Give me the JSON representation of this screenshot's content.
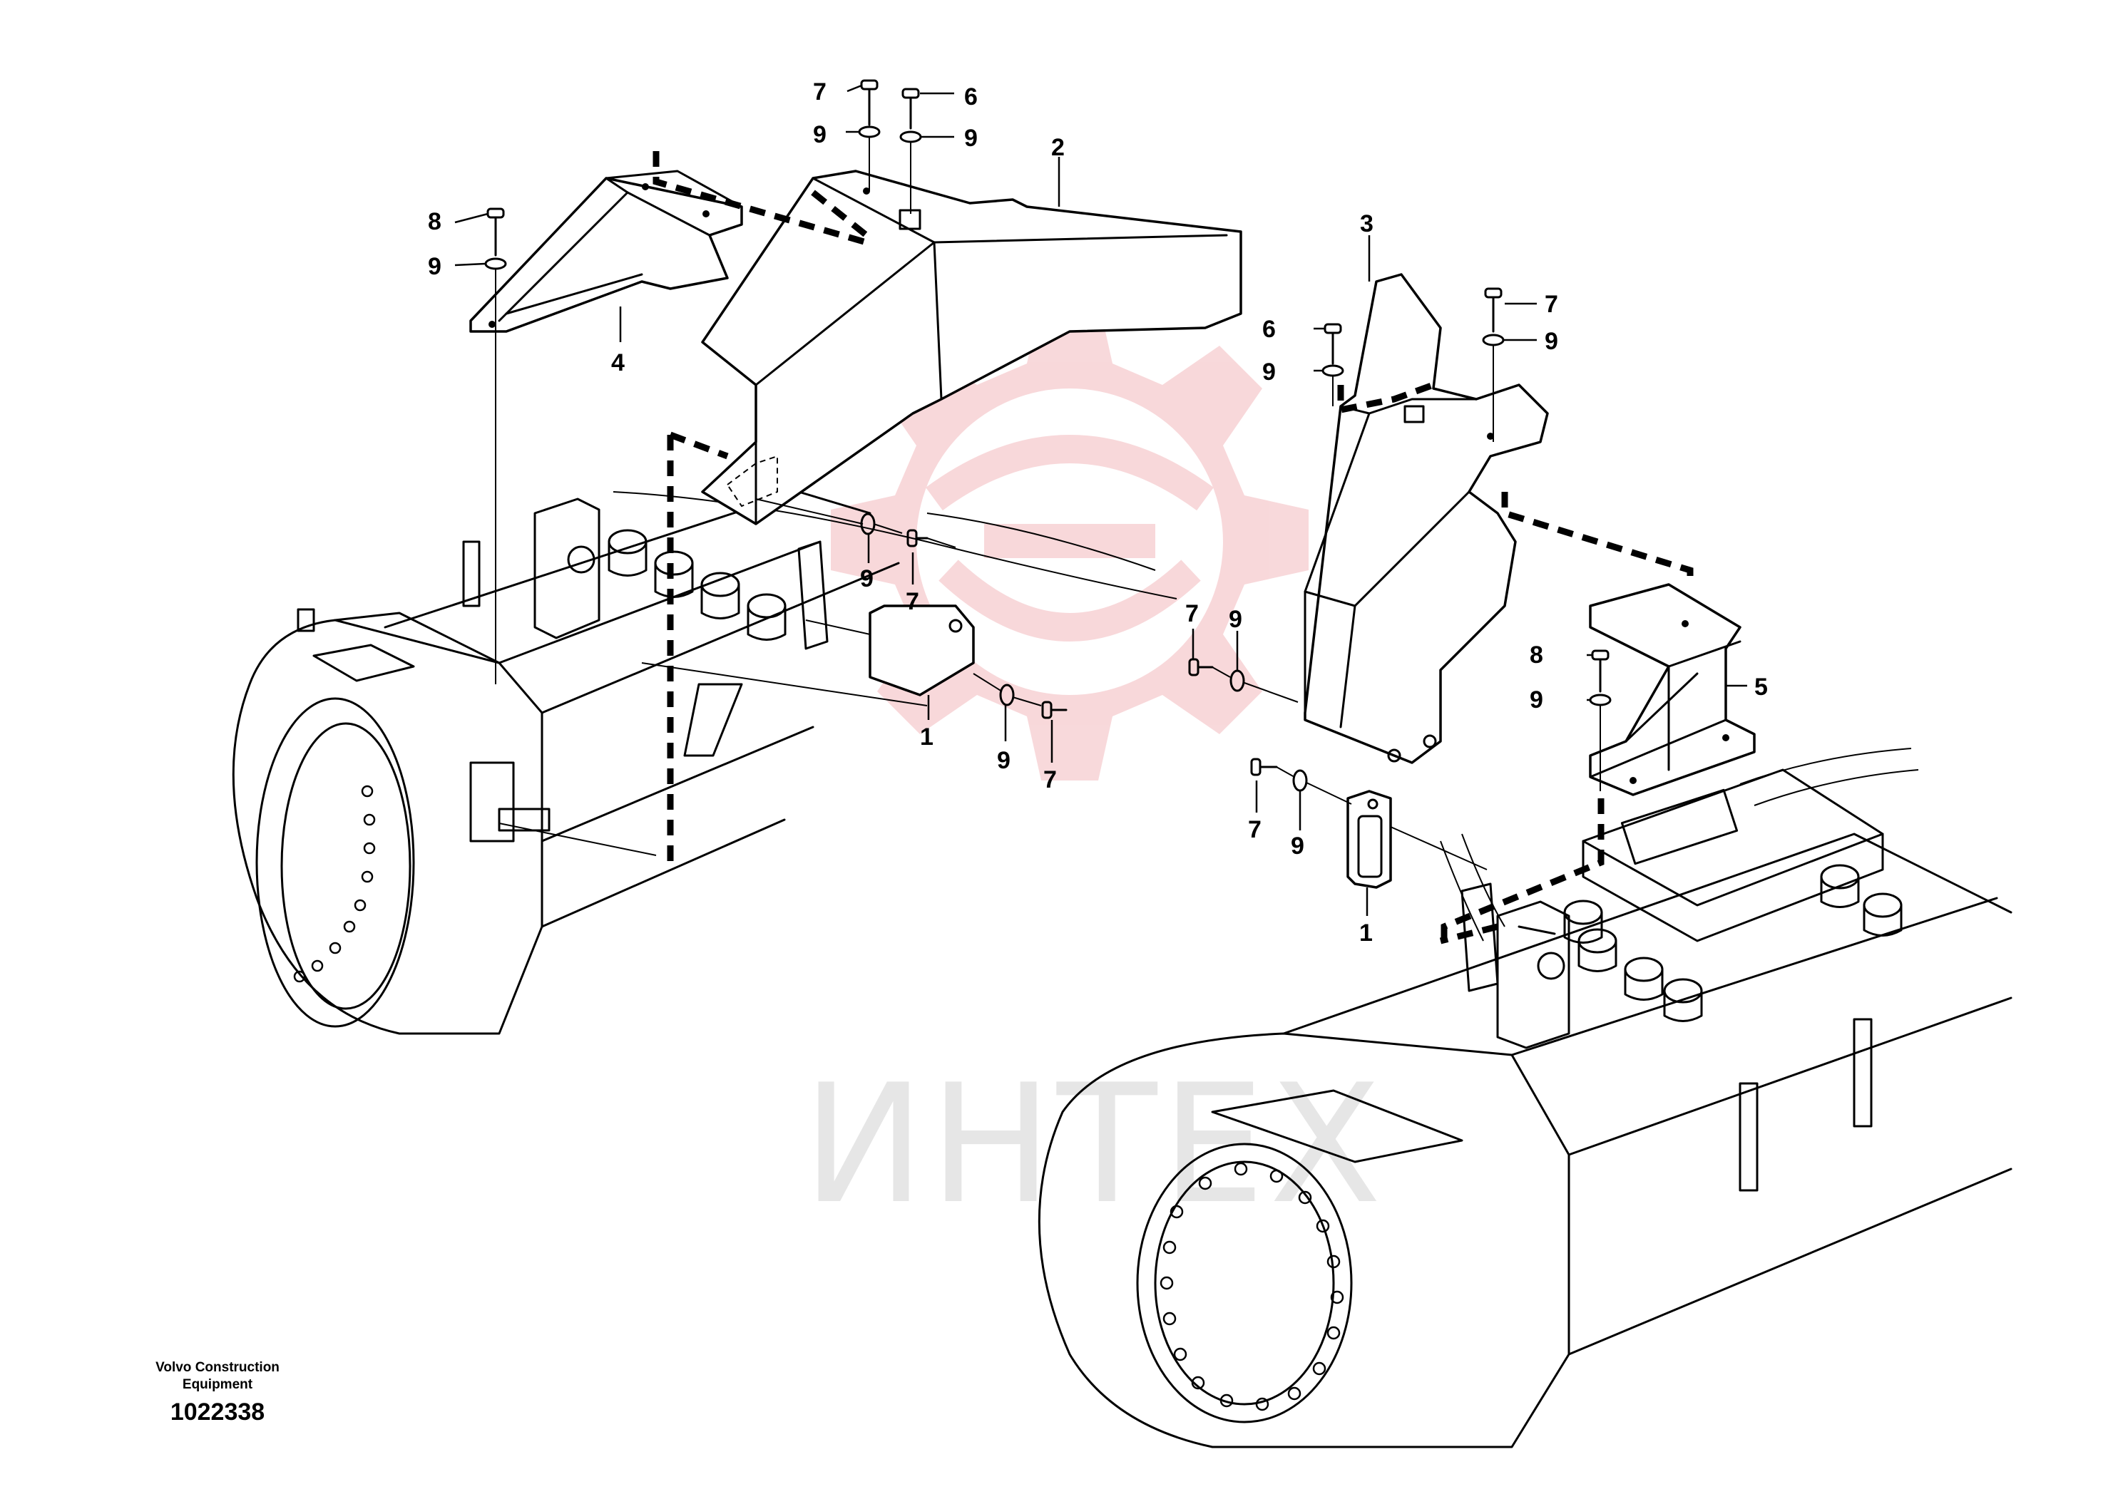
{
  "credit": {
    "line1": "Volvo Construction",
    "line2": "Equipment",
    "drawing_number": "1022338"
  },
  "watermark": {
    "text": "ИНТЕХ",
    "color": "#f3b9bd"
  },
  "callouts": [
    {
      "id": "c-7a",
      "label": "7"
    },
    {
      "id": "c-6a",
      "label": "6"
    },
    {
      "id": "c-9a",
      "label": "9"
    },
    {
      "id": "c-9b",
      "label": "9"
    },
    {
      "id": "c-2",
      "label": "2"
    },
    {
      "id": "c-8a",
      "label": "8"
    },
    {
      "id": "c-9c",
      "label": "9"
    },
    {
      "id": "c-4",
      "label": "4"
    },
    {
      "id": "c-3",
      "label": "3"
    },
    {
      "id": "c-7b",
      "label": "7"
    },
    {
      "id": "c-9d",
      "label": "9"
    },
    {
      "id": "c-6b",
      "label": "6"
    },
    {
      "id": "c-9e",
      "label": "9"
    },
    {
      "id": "c-9f",
      "label": "9"
    },
    {
      "id": "c-7c",
      "label": "7"
    },
    {
      "id": "c-7d",
      "label": "7"
    },
    {
      "id": "c-9g",
      "label": "9"
    },
    {
      "id": "c-1a",
      "label": "1"
    },
    {
      "id": "c-9h",
      "label": "9"
    },
    {
      "id": "c-7e",
      "label": "7"
    },
    {
      "id": "c-8b",
      "label": "8"
    },
    {
      "id": "c-9i",
      "label": "9"
    },
    {
      "id": "c-5",
      "label": "5"
    },
    {
      "id": "c-7f",
      "label": "7"
    },
    {
      "id": "c-9j",
      "label": "9"
    },
    {
      "id": "c-1b",
      "label": "1"
    }
  ]
}
